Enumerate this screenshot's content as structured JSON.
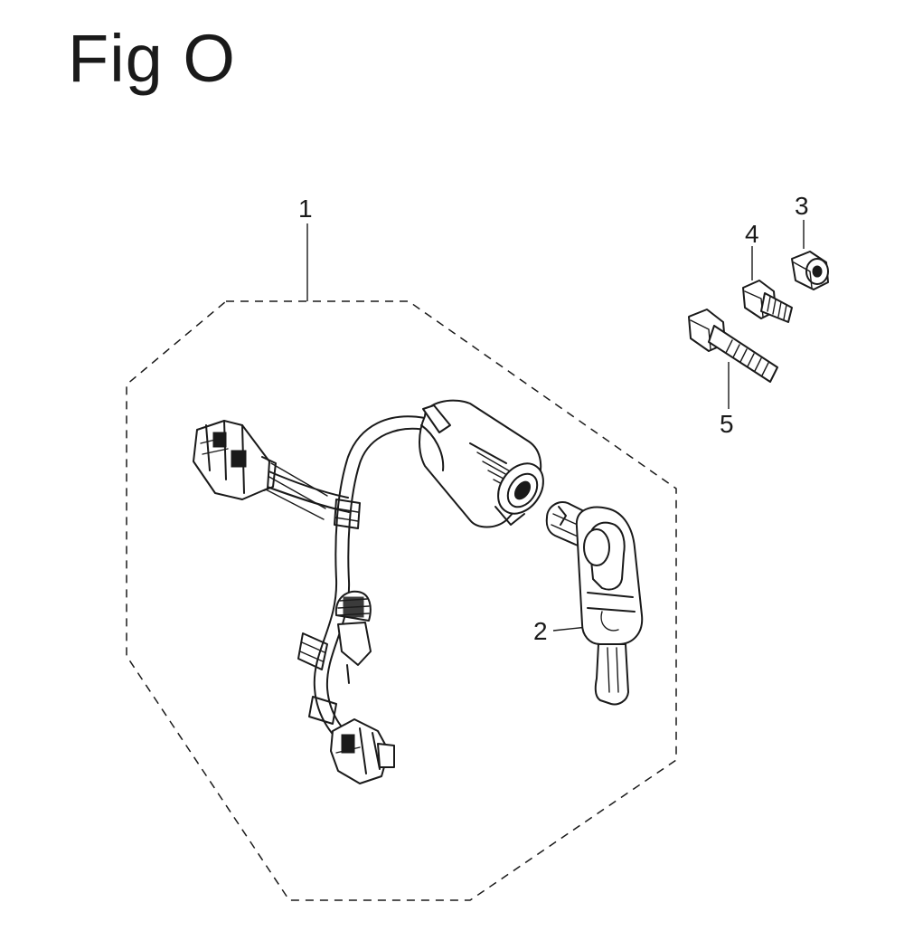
{
  "figure": {
    "title": "Fig O"
  },
  "callouts": [
    {
      "id": "1",
      "label": "1"
    },
    {
      "id": "2",
      "label": "2"
    },
    {
      "id": "3",
      "label": "3"
    },
    {
      "id": "4",
      "label": "4"
    },
    {
      "id": "5",
      "label": "5"
    }
  ]
}
